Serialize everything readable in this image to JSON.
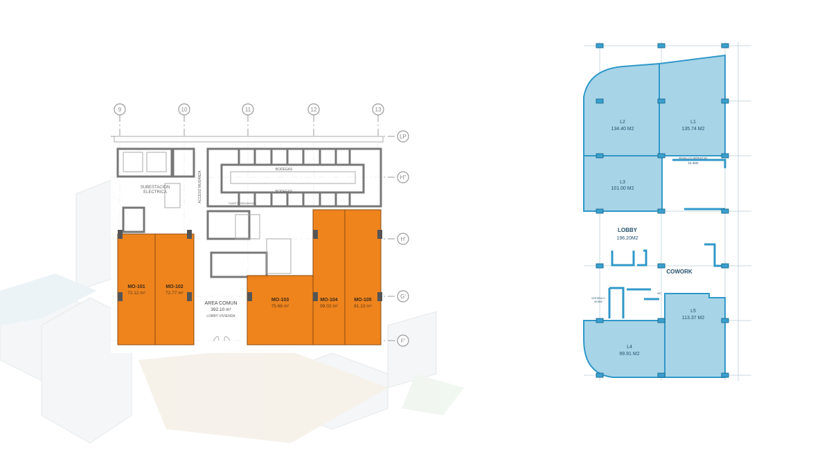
{
  "left_plan": {
    "grid_columns": [
      "9",
      "10",
      "11",
      "12",
      "13"
    ],
    "grid_rows": [
      "LP",
      "H''",
      "H'",
      "G'",
      "F'"
    ],
    "rooms": {
      "bodegas_1": "BODEGAS",
      "bodegas_2": "BODEGAS",
      "subestacion_1": "SUBESTACION",
      "subestacion_2": "ELECTRICA",
      "acceso": "ACCESO MUDANZA",
      "basura": "CUARTO PARA BASURA",
      "area_comun": "AREA COMUN",
      "area_comun_size": "392.10 m²",
      "lobby": "LOBBY VIVIENDA"
    },
    "units": [
      {
        "name": "MO-101",
        "area": "72.12 m²"
      },
      {
        "name": "MO-102",
        "area": "72.77 m²"
      },
      {
        "name": "MO-103",
        "area": "75.66 m²"
      },
      {
        "name": "MO-104",
        "area": "99.02 m²"
      },
      {
        "name": "MO-105",
        "area": "81.13 m²"
      }
    ],
    "unit_color": "#ee7d11"
  },
  "right_plan": {
    "units": [
      {
        "name": "L1",
        "area": "135.74 M2"
      },
      {
        "name": "L2",
        "area": "134.40 M2"
      },
      {
        "name": "L3",
        "area": "101.00 M2"
      },
      {
        "name": "L4",
        "area": "99.91 M2"
      },
      {
        "name": "L5",
        "area": "113.37 M2"
      }
    ],
    "pasillo": "PASILLO SERVICIO",
    "pasillo_area": "16.4M2",
    "lobby": "LOBBY",
    "lobby_area": "196.20M2",
    "cowork": "COWORK",
    "vestibulo": "VESTIBULO",
    "vestibulo_area": "40.8M2",
    "wc": "WC",
    "unit_color": "#a8d4e8"
  }
}
